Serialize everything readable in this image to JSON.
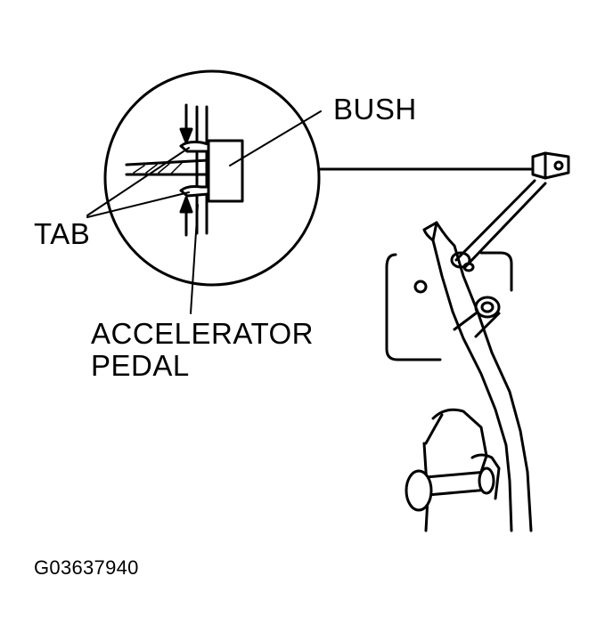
{
  "diagram": {
    "labels": {
      "bush": "BUSH",
      "tab": "TAB",
      "pedal_line1": "ACCELERATOR",
      "pedal_line2": "PEDAL"
    },
    "figure_code": "G03637940"
  },
  "colors": {
    "ink": "#000000",
    "paper": "#ffffff"
  }
}
